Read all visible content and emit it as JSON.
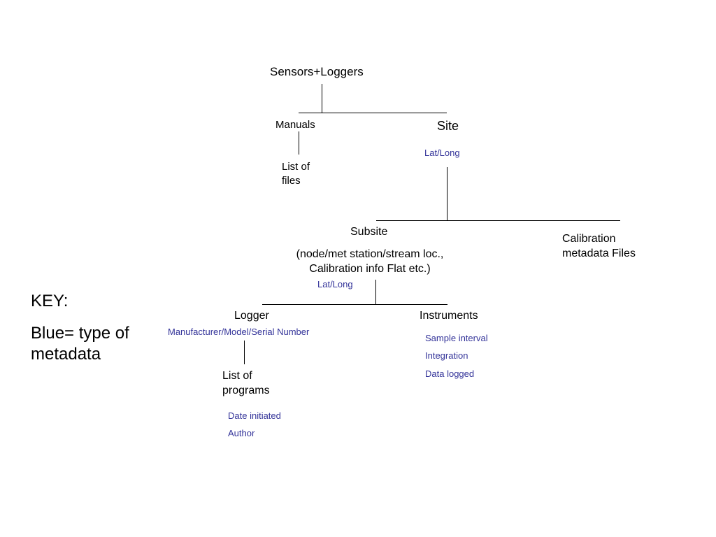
{
  "colors": {
    "background": "#ffffff",
    "text": "#000000",
    "metadata": "#333399",
    "connector": "#000000"
  },
  "nodes": {
    "root": "Sensors+Loggers",
    "manuals": "Manuals",
    "site": "Site",
    "list_of_files": [
      "List of",
      "files"
    ],
    "subsite": "Subsite",
    "subsite_desc": [
      "(node/met station/stream loc.,",
      "Calibration info Flat etc.)"
    ],
    "calibration": [
      "Calibration",
      "metadata Files"
    ],
    "logger": "Logger",
    "instruments": "Instruments",
    "list_of_programs": [
      "List of",
      "programs"
    ]
  },
  "metadata": {
    "site": [
      "Lat/Long"
    ],
    "subsite": [
      "Lat/Long"
    ],
    "logger": [
      "Manufacturer/Model/Serial Number"
    ],
    "instruments": [
      "Sample interval",
      "Integration",
      "Data logged"
    ],
    "programs": [
      "Date initiated",
      "Author"
    ]
  },
  "key": {
    "title": "KEY:",
    "text": [
      "Blue= type of",
      "metadata"
    ]
  }
}
